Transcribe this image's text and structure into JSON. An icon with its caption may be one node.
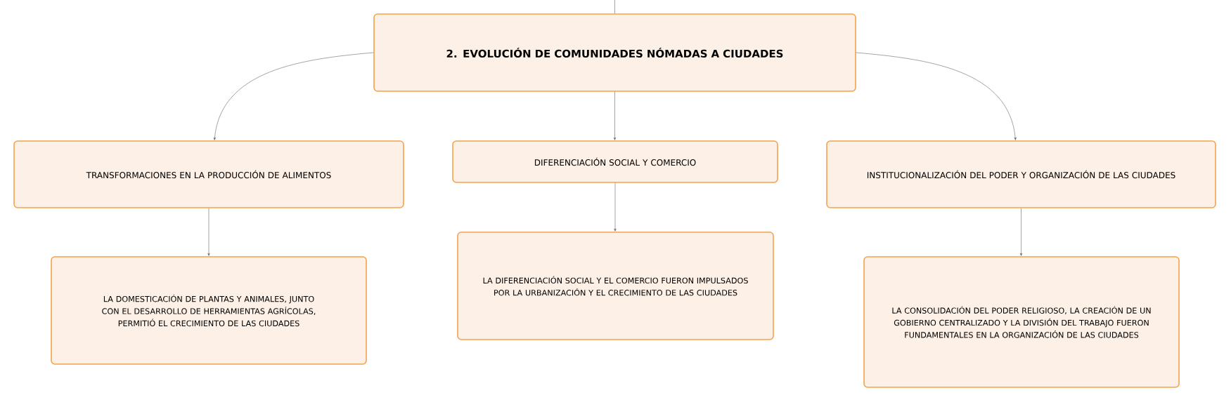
{
  "diagram": {
    "nodes": [
      {
        "text": [
          "2. EVOLUCIÓN DE COMUNIDADES NÓMADAS A CIUDADES"
        ]
      },
      {
        "text": [
          "TRANSFORMACIONES EN LA PRODUCCIÓN DE ALIMENTOS"
        ]
      },
      {
        "text": [
          "DIFERENCIACIÓN SOCIAL Y COMERCIO"
        ]
      },
      {
        "text": [
          "INSTITUCIONALIZACIÓN DEL PODER Y ORGANIZACIÓN DE LAS CIUDADES"
        ]
      },
      {
        "text": [
          "LA DOMESTICACIÓN DE PLANTAS Y ANIMALES, JUNTO CON EL DESARROLLO DE HERRAMIENTAS AGRÍCOLAS, PERMITIÓ EL CRECIMIENTO DE LAS CIUDADES"
        ]
      },
      {
        "text": [
          "LA DIFERENCIACIÓN SOCIAL Y EL COMERCIO FUERON IMPULSADOS POR LA URBANIZACIÓN Y EL CRECIMIENTO DE LAS CIUDADES"
        ]
      },
      {
        "text": [
          "LA CONSOLIDACIÓN DEL PODER RELIGIOSO, LA CREACIÓN DE UN GOBIERNO CENTRALIZADO Y LA DIVISIÓN DEL TRABAJO FUERON FUNDAMENTALES EN LA ORGANIZACIÓN DE LAS CIUDADES"
        ]
      }
    ],
    "edges": [
      {
        "from": null,
        "to": 0,
        "arrow": "none"
      },
      {
        "from": 0,
        "to": 1,
        "arrow": "to"
      },
      {
        "from": 0,
        "to": 2,
        "arrow": "to"
      },
      {
        "from": 0,
        "to": 3,
        "arrow": "to"
      },
      {
        "from": 1,
        "to": 4,
        "arrow": "to"
      },
      {
        "from": 2,
        "to": 5,
        "arrow": "to"
      },
      {
        "from": 3,
        "to": 6,
        "arrow": "to"
      }
    ]
  }
}
